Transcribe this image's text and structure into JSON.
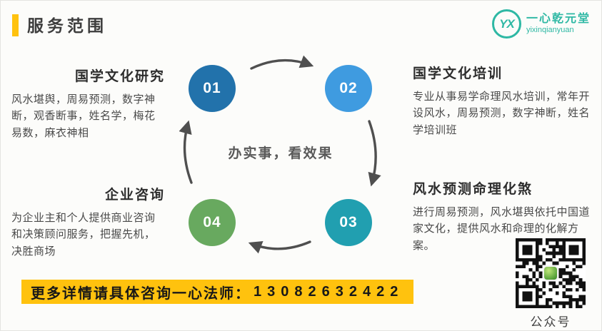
{
  "header": {
    "title": "服务范围",
    "logo": {
      "monogram": "YX",
      "name": "一心乾元堂",
      "romanized": "yixinqianyuan"
    }
  },
  "sections": {
    "top_left": {
      "title": "国学文化研究",
      "body": "风水堪舆，周易预测，数字神断，观香断事，姓名学，梅花易数，麻衣神相"
    },
    "top_right": {
      "title": "国学文化培训",
      "body": "专业从事易学命理风水培训，常年开设风水，周易预测，数字神断，姓名学培训班"
    },
    "bottom_left": {
      "title": "企业咨询",
      "body": "为企业主和个人提供商业咨询和决策顾问服务，把握先机，决胜商场"
    },
    "bottom_right": {
      "title": "风水预测命理化煞",
      "body": "进行周易预测，风水堪舆依托中国道家文化，提供风水和命理的化解方案。"
    }
  },
  "cycle": {
    "center_text": "办实事，看效果",
    "steps": [
      {
        "number": "01",
        "color": "#2272ab"
      },
      {
        "number": "02",
        "color": "#3f9be0"
      },
      {
        "number": "03",
        "color": "#219fb0"
      },
      {
        "number": "04",
        "color": "#68a95f"
      }
    ]
  },
  "footer": {
    "banner_text": "更多详情请具体咨询一心法师：",
    "phone": "13082632422",
    "qr_label": "公众号"
  },
  "colors": {
    "accent_yellow": "#ffc20e",
    "brand_teal": "#2eb8a4",
    "arrow_gray": "#4f4f4f"
  }
}
